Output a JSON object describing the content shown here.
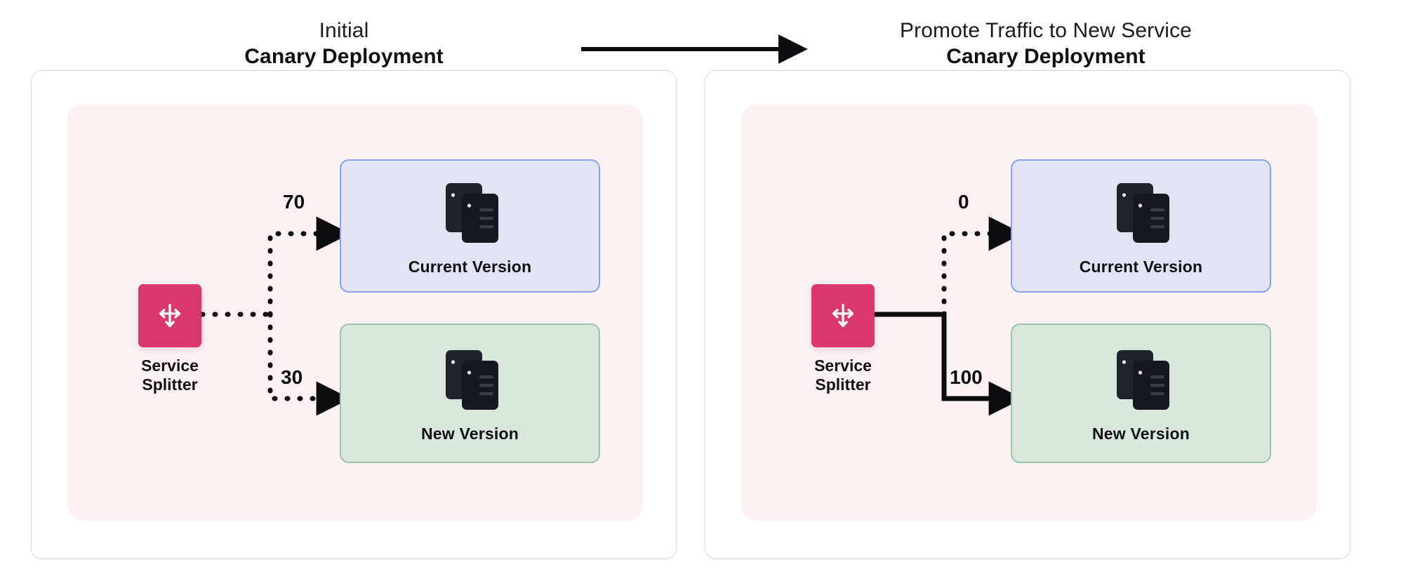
{
  "diagram": {
    "type": "canary-deployment-comparison",
    "panels": [
      {
        "id": "initial",
        "title_sub": "Initial",
        "title_main": "Canary Deployment",
        "splitter": {
          "label_line1": "Service",
          "label_line2": "Splitter",
          "icon": "arrows-split-icon"
        },
        "targets": [
          {
            "id": "current",
            "label": "Current Version",
            "weight": "70",
            "color": "#e2e4f6",
            "border": "#8ca2ea",
            "line_style": "dotted"
          },
          {
            "id": "new",
            "label": "New Version",
            "weight": "30",
            "color": "#d9e8dd",
            "border": "#9dc3ac",
            "line_style": "dotted"
          }
        ]
      },
      {
        "id": "promoted",
        "title_sub": "Promote Traffic to New Service",
        "title_main": "Canary Deployment",
        "splitter": {
          "label_line1": "Service",
          "label_line2": "Splitter",
          "icon": "arrows-split-icon"
        },
        "targets": [
          {
            "id": "current",
            "label": "Current Version",
            "weight": "0",
            "color": "#e2e4f6",
            "border": "#8ca2ea",
            "line_style": "dotted"
          },
          {
            "id": "new",
            "label": "New Version",
            "weight": "100",
            "color": "#d9e8dd",
            "border": "#9dc3ac",
            "line_style": "solid"
          }
        ]
      }
    ],
    "transition": {
      "icon": "right-arrow-icon"
    },
    "colors": {
      "splitter": "#d9376e",
      "panel_bg": "#fbf2f4",
      "card_border": "#dcdcdc",
      "blue_fill": "#e2e4f6",
      "blue_border": "#8ca2ea",
      "green_fill": "#d9e8dd",
      "green_border": "#9dc3ac",
      "server_icon": "#1b1d24",
      "text": "#101014"
    }
  }
}
